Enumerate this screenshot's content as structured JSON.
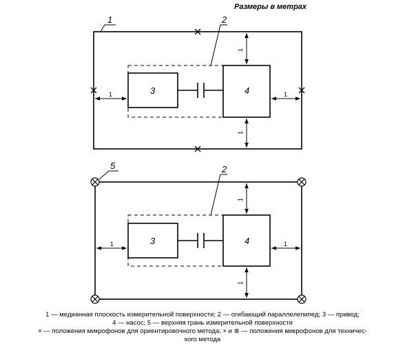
{
  "header": {
    "units_note": "Размеры в метрах"
  },
  "labels": {
    "median_surface": "1",
    "envelope": "2",
    "drive": "3",
    "pump": "4",
    "top_face": "5",
    "distance": "1"
  },
  "caption": {
    "line1": "1 — медианная плоскость измерительной поверхности; 2 — огибающий параллелепипед; 3 — привод;",
    "line2": "4 — насос; 5 — верхняя грань измерительной поверхности",
    "line3": "× — положения микрофонов для ориентировочного метода; × и ⊗ — положения микрофонов для техничес-",
    "line4": "кого метода"
  }
}
